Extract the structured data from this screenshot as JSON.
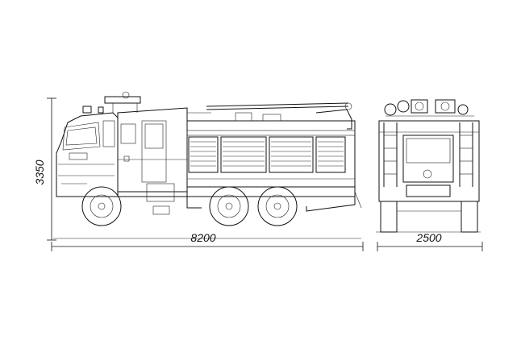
{
  "drawing": {
    "dimensions": {
      "side_length": "8200",
      "height": "3350",
      "rear_width": "2500"
    }
  }
}
